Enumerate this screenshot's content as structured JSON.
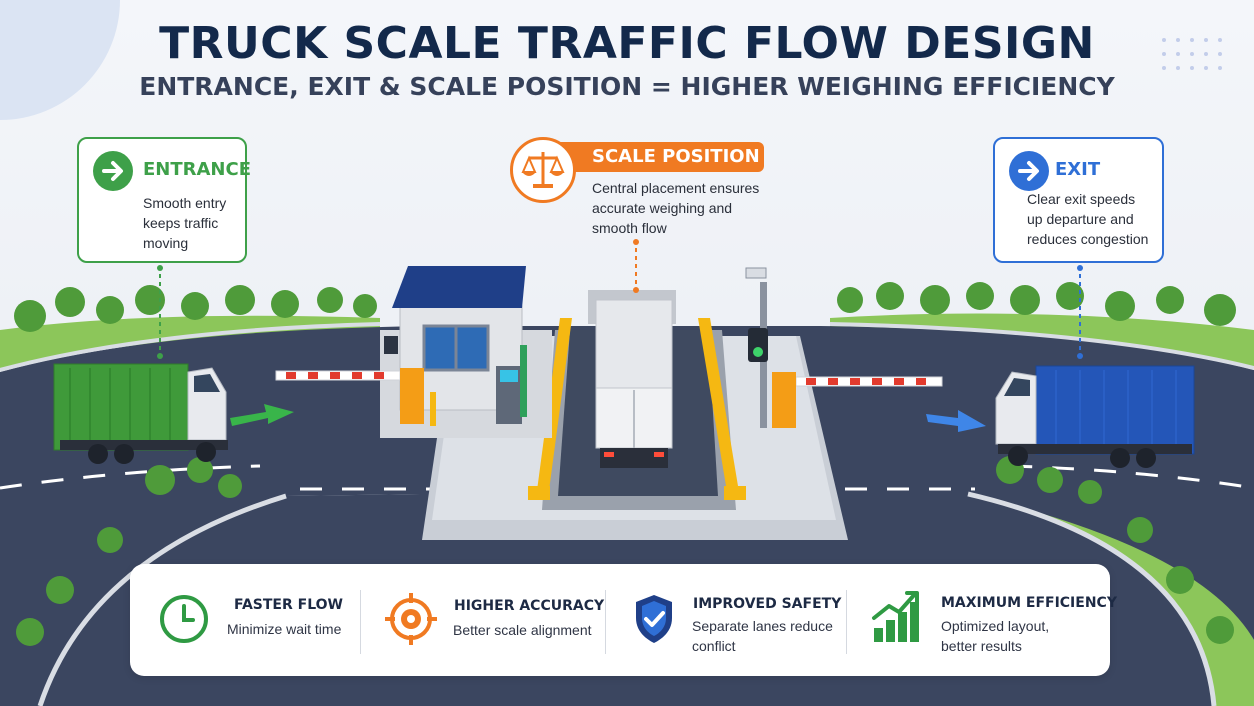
{
  "title": "TRUCK SCALE TRAFFIC FLOW DESIGN",
  "subtitle": "ENTRANCE, EXIT & SCALE POSITION = HIGHER WEIGHING EFFICIENCY",
  "colors": {
    "entrance": "#3ea049",
    "scale": "#f07a22",
    "exit": "#2f6fd6",
    "title": "#13294b",
    "road": "#3b4660"
  },
  "callouts": {
    "entrance": {
      "icon": "arrow-right-icon",
      "title": "ENTRANCE",
      "text_lines": [
        "Smooth entry",
        "keeps traffic",
        "moving"
      ]
    },
    "scale": {
      "icon": "scales-icon",
      "title": "SCALE POSITION",
      "text_lines": [
        "Central placement ensures",
        "accurate weighing and",
        "smooth flow"
      ]
    },
    "exit": {
      "icon": "arrow-right-icon",
      "title": "EXIT",
      "text_lines": [
        "Clear exit speeds",
        "up departure and",
        "reduces congestion"
      ]
    }
  },
  "features": [
    {
      "icon": "clock-icon",
      "title": "FASTER FLOW",
      "text_lines": [
        "Minimize wait time"
      ]
    },
    {
      "icon": "target-icon",
      "title": "HIGHER ACCURACY",
      "text_lines": [
        "Better scale alignment"
      ]
    },
    {
      "icon": "shield-check-icon",
      "title": "IMPROVED SAFETY",
      "text_lines": [
        "Separate lanes reduce",
        "conflict"
      ]
    },
    {
      "icon": "growth-chart-icon",
      "title": "MAXIMUM EFFICIENCY",
      "text_lines": [
        "Optimized layout,",
        "better results"
      ]
    }
  ]
}
